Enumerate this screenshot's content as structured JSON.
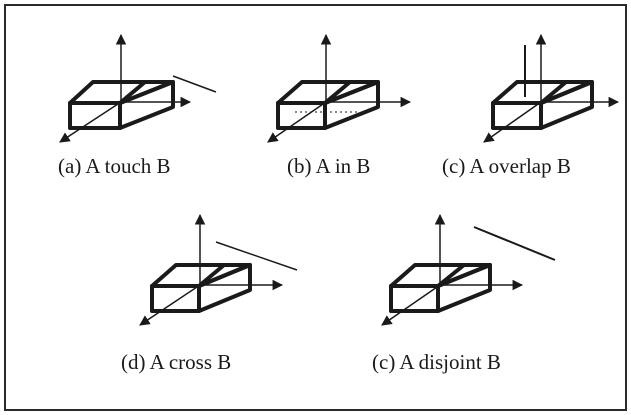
{
  "colors": {
    "ink": "#1a1a1a",
    "border": "#2a2a2a",
    "background": "#ffffff"
  },
  "panels": [
    {
      "id": "a",
      "caption": "(a) A touch B"
    },
    {
      "id": "b",
      "caption": "(b) A in B"
    },
    {
      "id": "c",
      "caption": "(c) A overlap B"
    },
    {
      "id": "d",
      "caption": "(d) A cross B"
    },
    {
      "id": "e",
      "caption": "(c) A disjoint B"
    }
  ]
}
